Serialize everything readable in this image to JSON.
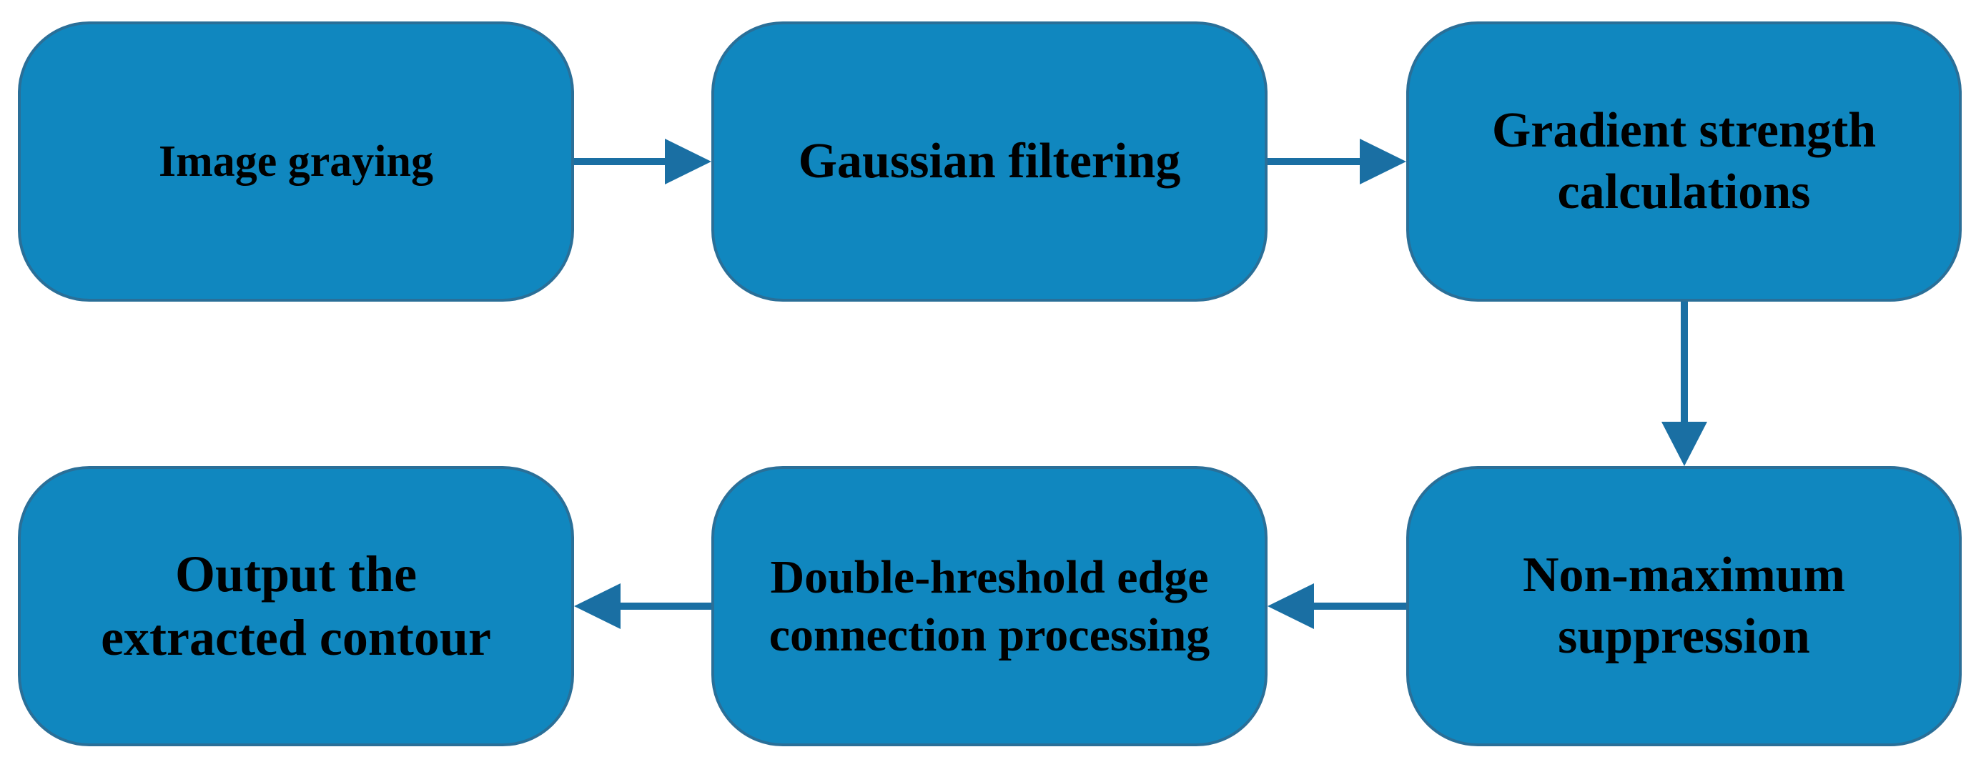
{
  "steps": [
    {
      "id": "image-graying",
      "lines": [
        "Image graying"
      ]
    },
    {
      "id": "gaussian-filtering",
      "lines": [
        "Gaussian filtering"
      ]
    },
    {
      "id": "gradient-strength",
      "lines": [
        "Gradient strength",
        "calculations"
      ]
    },
    {
      "id": "non-maximum-suppression",
      "lines": [
        "Non-maximum",
        "suppression"
      ]
    },
    {
      "id": "double-threshold",
      "lines": [
        "Double-hreshold edge",
        "connection processing"
      ]
    },
    {
      "id": "output-contour",
      "lines": [
        "Output the",
        "extracted contour"
      ]
    }
  ],
  "colors": {
    "box_fill": "#1087bf",
    "box_border": "#2a6f98",
    "arrow": "#1a6fa3",
    "text": "#000000"
  }
}
